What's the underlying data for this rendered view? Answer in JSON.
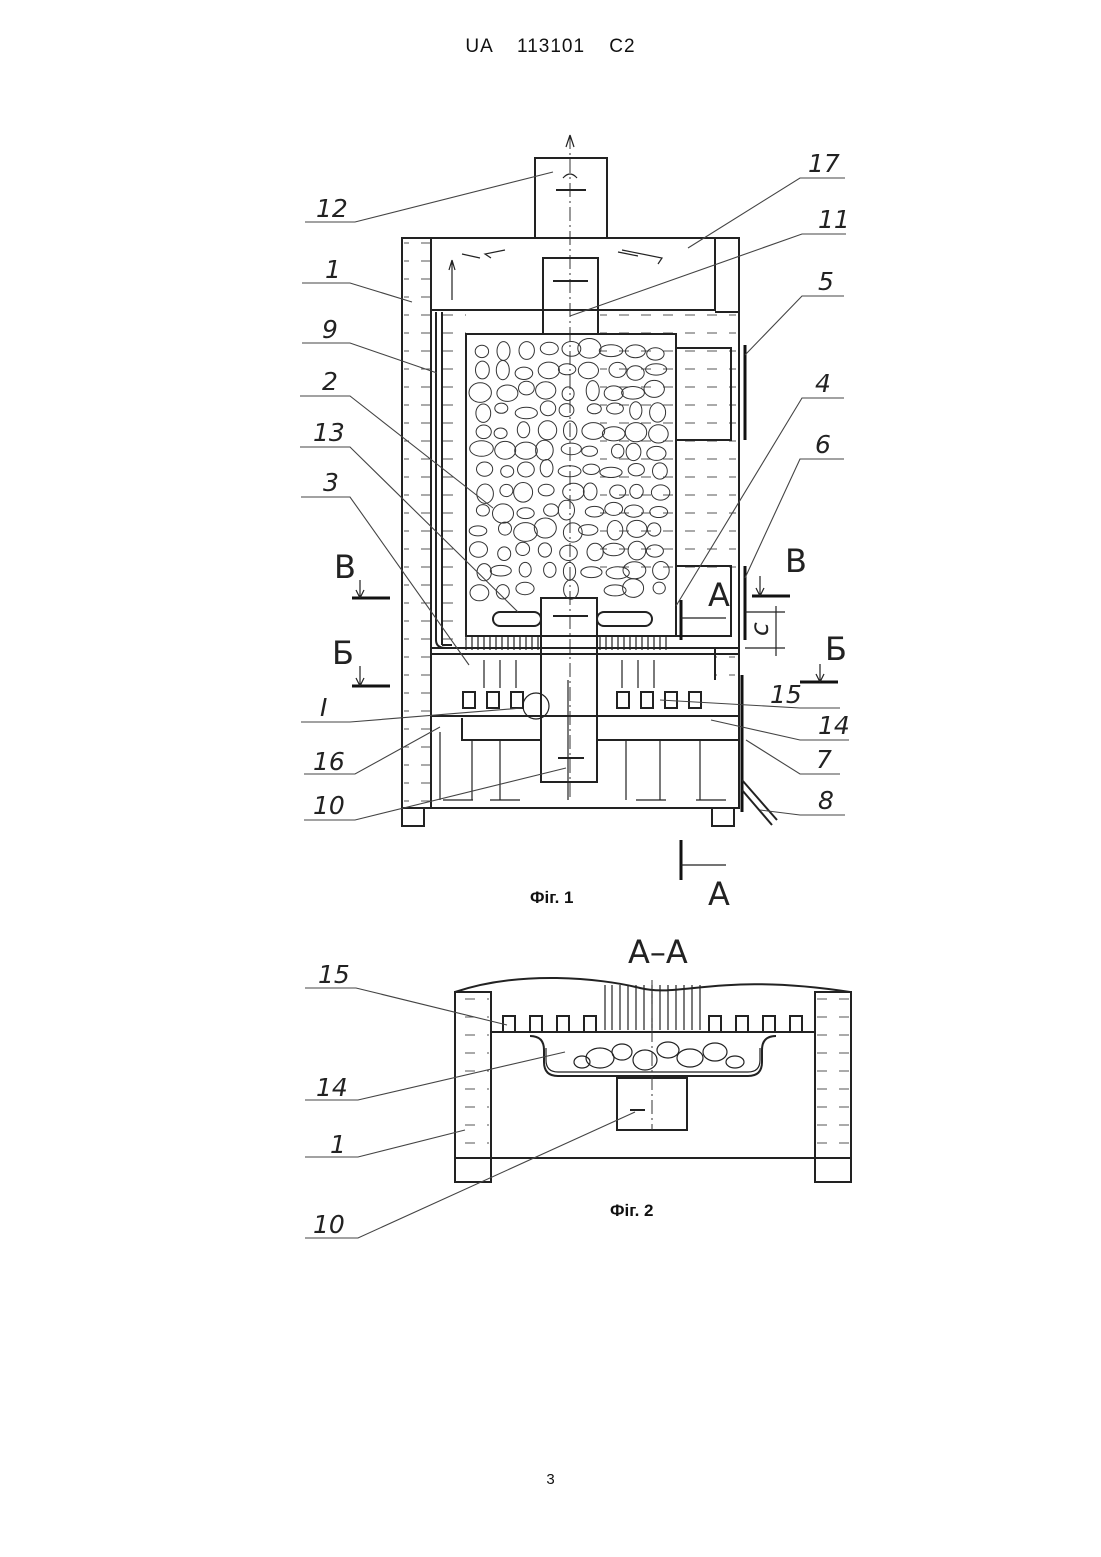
{
  "header": "UA 113101 C2",
  "page_number": "3",
  "figures": [
    {
      "caption": "Фіг. 1"
    },
    {
      "caption": "Фіг. 2",
      "section_title": "A–A"
    }
  ],
  "labels_fig1": [
    "12",
    "17",
    "11",
    "1",
    "5",
    "9",
    "2",
    "4",
    "13",
    "6",
    "3",
    "15",
    "14",
    "16",
    "7",
    "10",
    "8",
    "I"
  ],
  "section_marks": {
    "b": "B",
    "bb": "Б",
    "a": "A",
    "dim": "c"
  },
  "labels_fig2": [
    "15",
    "14",
    "1",
    "10"
  ]
}
